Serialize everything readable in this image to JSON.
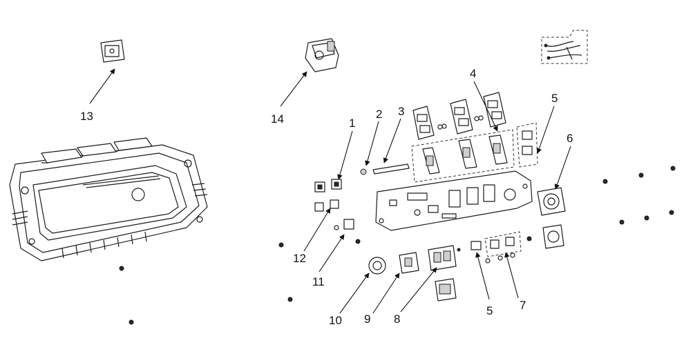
{
  "callouts": [
    {
      "id": "c1",
      "label": "1"
    },
    {
      "id": "c2",
      "label": "2"
    },
    {
      "id": "c3",
      "label": "3"
    },
    {
      "id": "c4",
      "label": "4"
    },
    {
      "id": "c5a",
      "label": "5"
    },
    {
      "id": "c5b",
      "label": "5"
    },
    {
      "id": "c6",
      "label": "6"
    },
    {
      "id": "c7",
      "label": "7"
    },
    {
      "id": "c8",
      "label": "8"
    },
    {
      "id": "c9",
      "label": "9"
    },
    {
      "id": "c10",
      "label": "10"
    },
    {
      "id": "c11",
      "label": "11"
    },
    {
      "id": "c12",
      "label": "12"
    },
    {
      "id": "c13",
      "label": "13"
    },
    {
      "id": "c14",
      "label": "14"
    }
  ]
}
